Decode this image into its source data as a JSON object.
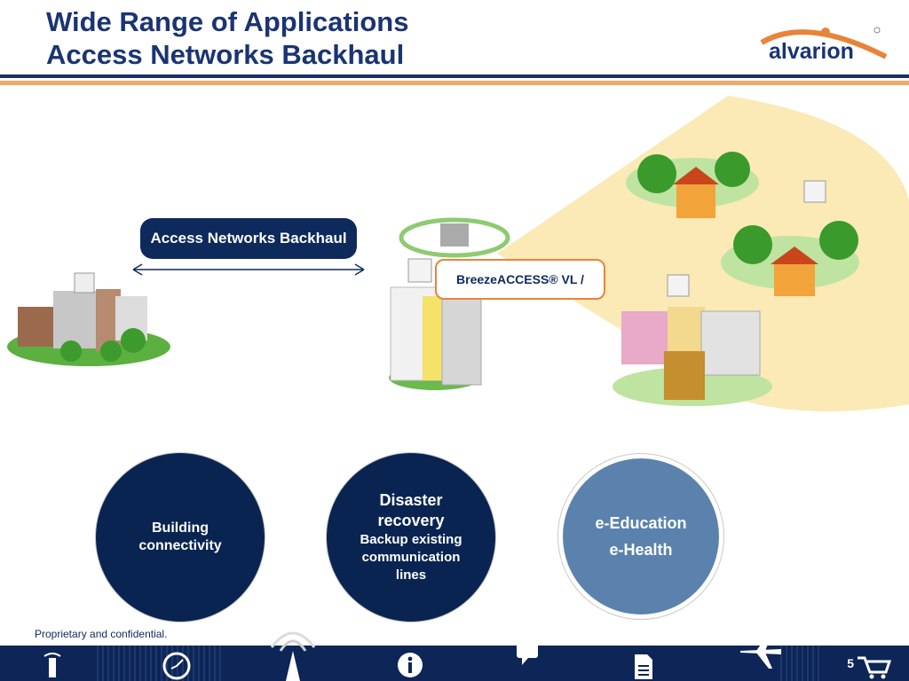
{
  "title": {
    "line1": "Wide Range of Applications",
    "line2": "Access Networks Backhaul"
  },
  "logo": {
    "text": "alvarion",
    "registered": "®"
  },
  "diagram": {
    "link_label": "Access Networks Backhaul",
    "product_label": "BreezeACCESS® VL /"
  },
  "circles": {
    "building": "Building connectivity",
    "disaster_title": "Disaster recovery",
    "disaster_sub": "Backup existing communication lines",
    "education": "e-Education",
    "health": "e-Health"
  },
  "footer": {
    "note": "Proprietary and confidential.",
    "page_number": "5"
  },
  "colors": {
    "navy": "#0e2a5c",
    "orange": "#e8843a",
    "light_blue": "#5b82ad",
    "beam": "#fbe9b6"
  },
  "icons": [
    "tower-icon",
    "clock-icon",
    "antenna-icon",
    "info-icon",
    "chat-icon",
    "document-icon",
    "airplane-icon",
    "cart-icon"
  ]
}
